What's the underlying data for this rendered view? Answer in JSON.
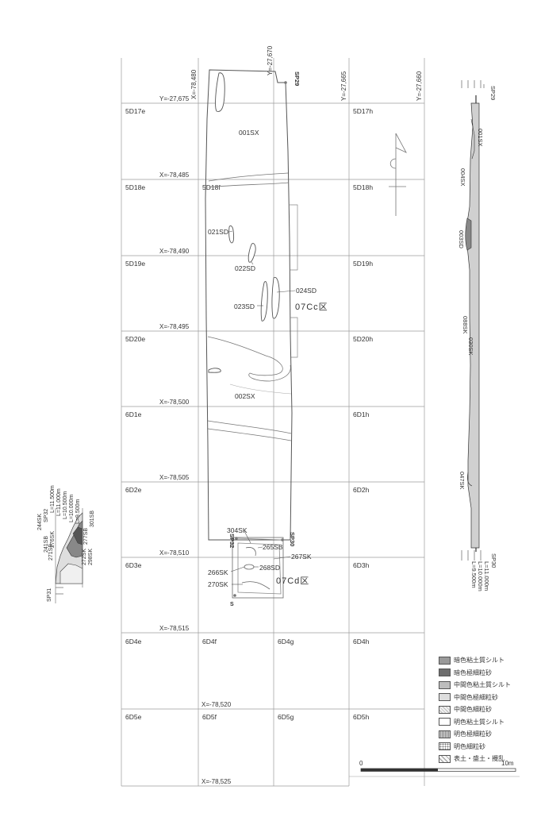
{
  "grid": {
    "cells": [
      "5D17e",
      "5D17h",
      "5D18e",
      "5D18f",
      "5D18h",
      "5D19e",
      "5D19h",
      "5D20e",
      "5D20h",
      "6D1e",
      "6D1h",
      "6D2e",
      "6D2h",
      "6D3e",
      "6D3h",
      "6D4e",
      "6D4f",
      "6D4g",
      "6D4h",
      "6D5e",
      "6D5f",
      "6D5g",
      "6D5h"
    ],
    "x_coords": [
      "X=-78,485",
      "X=-78,490",
      "X=-78,495",
      "X=-78,500",
      "X=-78,505",
      "X=-78,510",
      "X=-78,515",
      "X=-78,520",
      "X=-78,525"
    ],
    "y_coords": [
      "Y=-27,675",
      "X=-78,480",
      "Y=-27,670",
      "Y=-27,665",
      "Y=-27,660"
    ]
  },
  "features": [
    "001SX",
    "021SD",
    "022SD",
    "023SD",
    "024SD",
    "002SX",
    "304SK",
    "265SB",
    "267SK",
    "266SK",
    "268SD",
    "270SK"
  ],
  "areas": [
    "07Cc区",
    "07Cd区"
  ],
  "section_points": [
    "SP29",
    "SP30",
    "SP32",
    "SP31"
  ],
  "right_section": {
    "labels": [
      "001SX",
      "004SX",
      "003SD",
      "088SK",
      "030SK",
      "047SK"
    ],
    "elev_top": "SP29",
    "elev_bottom": [
      "SP30",
      "L=11.000m",
      "L=10.000m",
      "L=9.500m"
    ]
  },
  "left_section": {
    "labels": [
      "244SK",
      "SP32",
      "L=11.500m",
      "L=11.000m",
      "L=10.500m",
      "L=10.000m",
      "L=9.500m",
      "301SB",
      "241SB",
      "276SK",
      "271SB",
      "277SB",
      "272SK",
      "298SK"
    ],
    "bottom": "SP31"
  },
  "legend": {
    "items": [
      {
        "label": "暗色粘土質シルト",
        "color": "#9a9a9a"
      },
      {
        "label": "暗色極細粒砂",
        "color": "#6e6e6e"
      },
      {
        "label": "中間色粘土質シルト",
        "color": "#bdbdbd"
      },
      {
        "label": "中間色極細粒砂",
        "color": "#dedede"
      },
      {
        "label": "中間色細粒砂",
        "color": "#f2f2f2"
      },
      {
        "label": "明色粘土質シルト",
        "color": "#ffffff"
      },
      {
        "label": "明色極細粒砂",
        "color": "#d6d6d6"
      },
      {
        "label": "明色細粒砂",
        "color": "#ffffff"
      },
      {
        "label": "表土・盛土・攪乱",
        "color": "#f5f5f5"
      }
    ]
  },
  "scale": {
    "start": "0",
    "end": "10m"
  }
}
